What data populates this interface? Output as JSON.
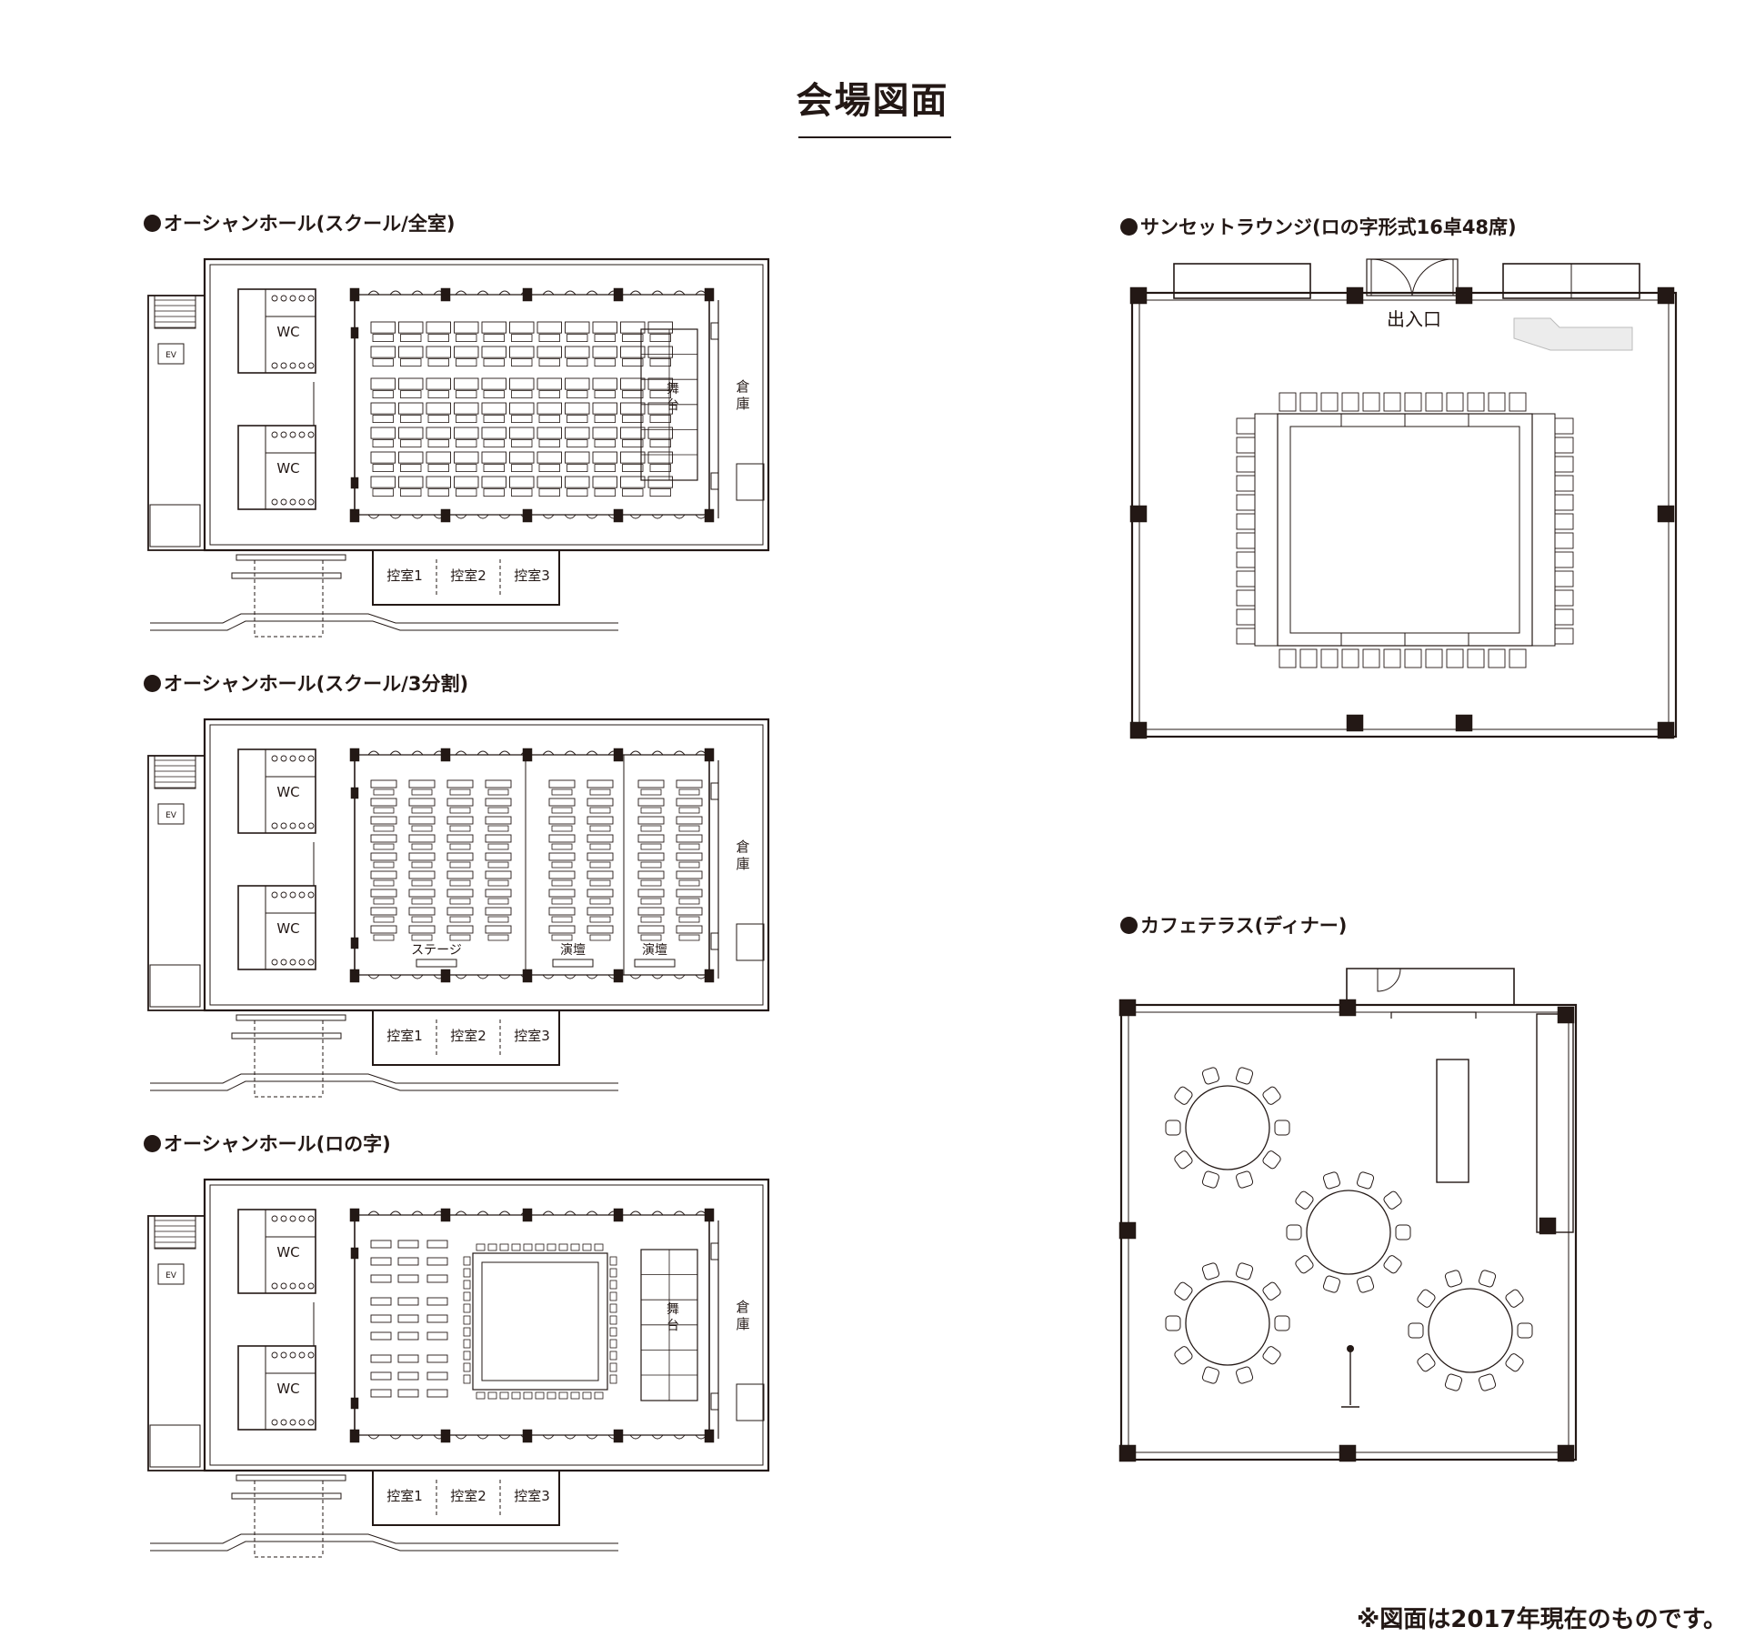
{
  "page_title": "会場図面",
  "plans": {
    "ocean_full": {
      "heading": "オーシャンホール(スクール/全室)",
      "wc": "WC",
      "ev": "EV",
      "stage": "舞台",
      "storage": "倉庫",
      "rooms": [
        "控室1",
        "控室2",
        "控室3"
      ]
    },
    "ocean_split": {
      "heading": "オーシャンホール(スクール/3分割)",
      "wc": "WC",
      "ev": "EV",
      "storage": "倉庫",
      "rooms": [
        "控室1",
        "控室2",
        "控室3"
      ],
      "podiums": [
        "ステージ",
        "演壇",
        "演壇"
      ]
    },
    "ocean_square": {
      "heading": "オーシャンホール(ロの字)",
      "wc": "WC",
      "ev": "EV",
      "stage": "舞台",
      "storage": "倉庫",
      "rooms": [
        "控室1",
        "控室2",
        "控室3"
      ]
    },
    "sunset": {
      "heading": "サンセットラウンジ(ロの字形式16卓48席)",
      "entrance": "出入口"
    },
    "cafe": {
      "heading": "カフェテラス(ディナー)"
    }
  },
  "footnote": "※図面は2017年現在のものです。"
}
